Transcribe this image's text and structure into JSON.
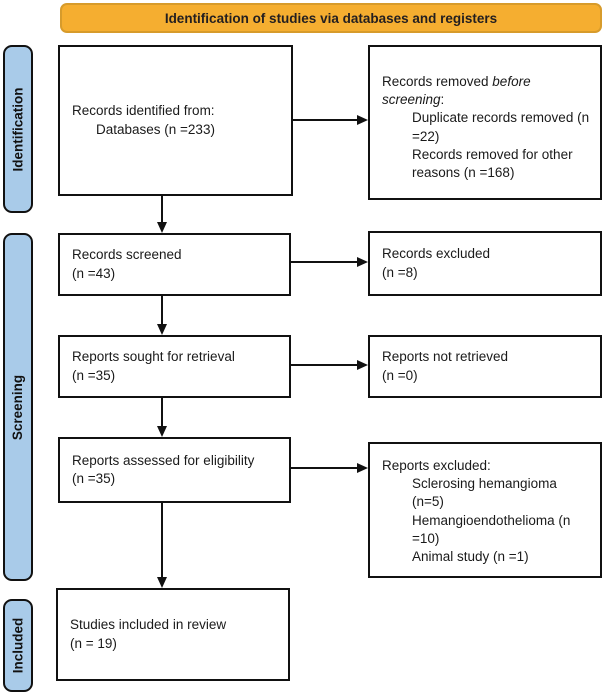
{
  "banner": {
    "label": "Identification of studies via databases and registers"
  },
  "stages": [
    {
      "label": "Identification"
    },
    {
      "label": "Screening"
    },
    {
      "label": "Included"
    }
  ],
  "boxes": {
    "identified": {
      "line1": "Records identified from:",
      "line2": "Databases (n =233)"
    },
    "removed": {
      "intro_normal": "Records removed ",
      "intro_italic": "before screening",
      "intro_suffix": ":",
      "items": [
        "Duplicate records removed (n =22)",
        "Records removed for other reasons (n =168)"
      ]
    },
    "screened": {
      "line1": "Records screened",
      "line2": "(n =43)"
    },
    "records_excluded": {
      "line1": "Records excluded",
      "line2": "(n =8)"
    },
    "sought": {
      "line1": "Reports sought for retrieval",
      "line2": "(n =35)"
    },
    "not_retrieved": {
      "line1": "Reports not retrieved",
      "line2": "(n =0)"
    },
    "assessed": {
      "line1": "Reports assessed for eligibility",
      "line2": "(n =35)"
    },
    "reports_excluded": {
      "intro": "Reports excluded:",
      "items": [
        "Sclerosing hemangioma (n=5)",
        "Hemangioendothelioma (n =10)",
        "Animal study (n =1)"
      ]
    },
    "included": {
      "line1": "Studies included in review",
      "line2": "(n = 19)"
    }
  },
  "colors": {
    "banner_bg": "#F5AE30",
    "banner_border": "#D79B2B",
    "stage_bg": "#A9CBE9",
    "box_border": "#111111",
    "arrow": "#111111",
    "text": "#1A1A1A"
  }
}
